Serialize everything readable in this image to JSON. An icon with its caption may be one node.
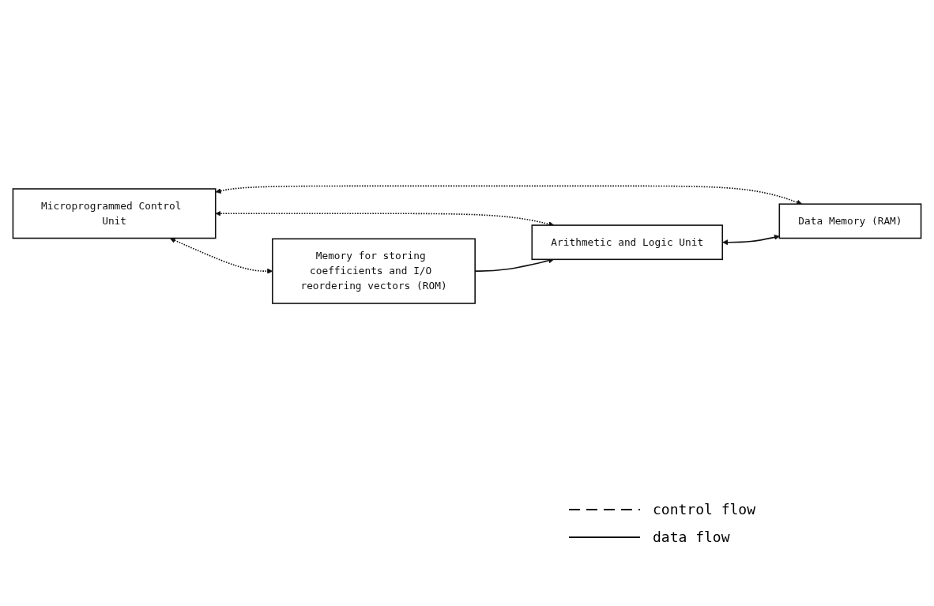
{
  "diagram": {
    "nodes": [
      {
        "text": [
          "Microprogrammed Control Unit"
        ]
      },
      {
        "text": [
          "Memory for storing coefficients and I/O reordering vectors (ROM)"
        ]
      },
      {
        "text": [
          "Arithmetic and Logic Unit"
        ]
      },
      {
        "text": [
          "Data Memory (RAM)"
        ]
      }
    ],
    "edges": [
      {
        "from": 0,
        "to": 1,
        "arrow": "both",
        "style": "dashed"
      },
      {
        "from": 0,
        "to": 2,
        "arrow": "both",
        "style": "dashed"
      },
      {
        "from": 0,
        "to": 3,
        "arrow": "both",
        "style": "dashed"
      },
      {
        "from": 1,
        "to": 2,
        "arrow": "to"
      },
      {
        "from": 2,
        "to": 3,
        "arrow": "both"
      }
    ],
    "legend": [
      {
        "text": "control flow"
      },
      {
        "text": "data flow"
      }
    ]
  }
}
